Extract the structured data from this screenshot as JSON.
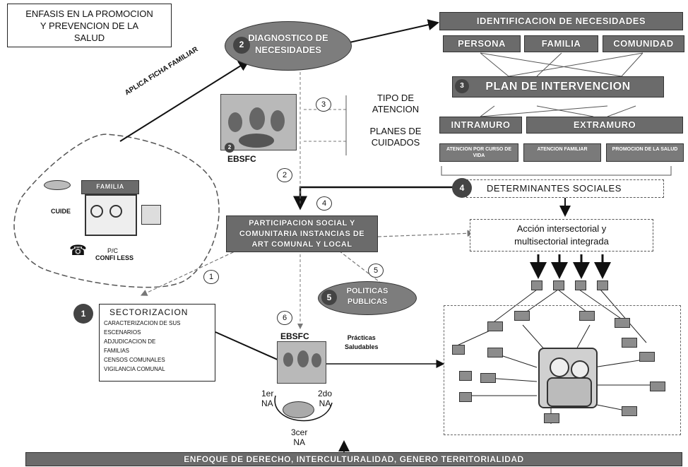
{
  "header": {
    "title_line1": "ENFASIS EN LA PROMOCION",
    "title_line2": "Y PREVENCION DE LA",
    "title_line3": "SALUD"
  },
  "diagnostico": {
    "number": "2",
    "line1": "DIAGNOSTICO DE",
    "line2": "NECESIDADES"
  },
  "identificacion": {
    "title": "IDENTIFICACION DE NECESIDADES",
    "persona": "PERSONA",
    "familia": "FAMILIA",
    "comunidad": "COMUNIDAD"
  },
  "plan": {
    "number": "3",
    "title": "PLAN DE INTERVENCION",
    "intramuro": "INTRAMURO",
    "extramuro": "EXTRAMURO",
    "sub1": "ATENCION POR CURSO DE VIDA",
    "sub2": "ATENCION FAMILIAR",
    "sub3": "PROMOCION DE LA SALUD"
  },
  "aplica_ficha": "APLICA FICHA FAMILIAR",
  "ebsfc_top": "EBSFC",
  "ebsfc_bottom": "EBSFC",
  "tipo_atencion": {
    "line1": "TIPO DE",
    "line2": "ATENCION"
  },
  "planes_cuidados": {
    "line1": "PLANES DE",
    "line2": "CUIDADOS"
  },
  "determinantes": {
    "number": "4",
    "label": "DETERMINANTES SOCIALES"
  },
  "familia_label": "FAMILIA",
  "cuidados_labels": {
    "cuid1": "CUIDE",
    "cuid2": "P/C",
    "cuid3": "CONFI LESS"
  },
  "participacion": {
    "line1": "PARTICIPACION SOCIAL Y",
    "line2": "COMUNITARIA INSTANCIAS DE",
    "line3": "ART COMUNAL Y LOCAL"
  },
  "accion": {
    "line1": "Acción intersectorial y",
    "line2": "multisectorial integrada"
  },
  "numbers": {
    "n1": "1",
    "n2": "2",
    "n3": "3",
    "n4": "4",
    "n5": "5",
    "n6": "6"
  },
  "politicas": {
    "number": "5",
    "line1": "POLITICAS",
    "line2": "PUBLICAS"
  },
  "sectorizacion": {
    "number": "1",
    "title": "SECTORIZACION",
    "items": [
      "CARACTERIZACION DE SUS",
      "ESCENARIOS",
      "ADJUDICACION DE",
      "FAMILIAS",
      "CENSOS COMUNALES",
      "VIGILANCIA COMUNAL"
    ]
  },
  "practicas": {
    "line1": "Prácticas",
    "line2": "Saludables"
  },
  "niveles": {
    "n1": "1er",
    "n1b": "NA",
    "n2": "2do",
    "n2b": "NA",
    "n3": "3cer",
    "n3b": "NA"
  },
  "footer": "ENFOQUE DE DERECHO, INTERCULTURALIDAD, GENERO TERRITORIALIDAD"
}
